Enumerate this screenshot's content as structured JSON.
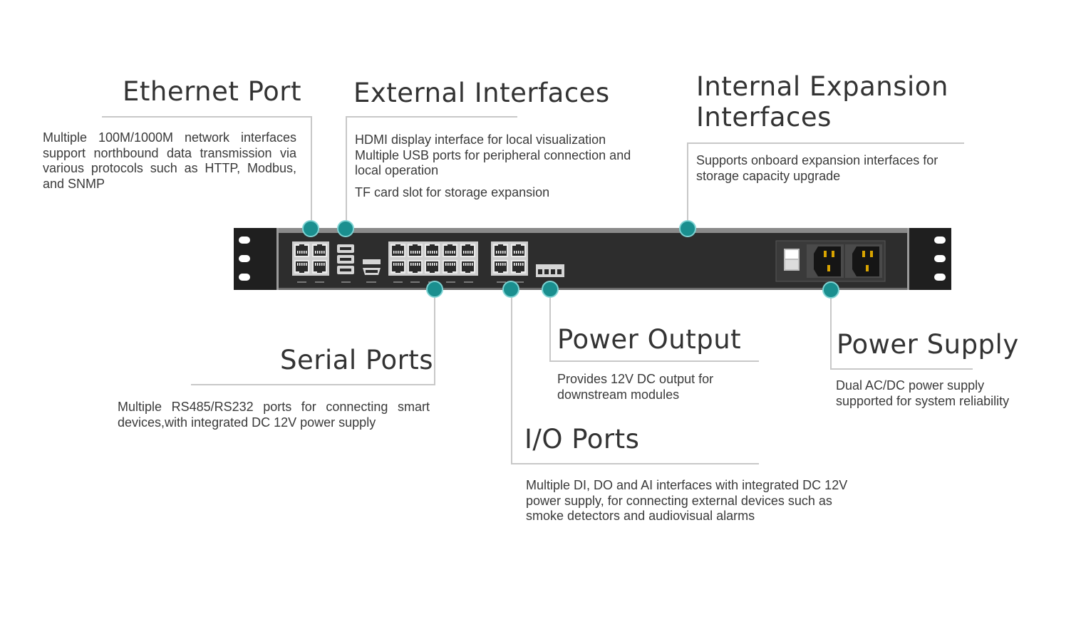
{
  "accent_color": "#1a8f8f",
  "callouts": {
    "ethernet": {
      "title": "Ethernet Port",
      "description": "Multiple 100M/1000M network interfaces support northbound data transmission via various protocols such as HTTP, Modbus, and SNMP"
    },
    "external": {
      "title": "External Interfaces",
      "lines": [
        "HDMI display interface for local visualization",
        "Multiple USB ports for peripheral connection and local operation",
        "TF card slot for storage expansion"
      ]
    },
    "internal": {
      "title_line1": "Internal Expansion",
      "title_line2": "Interfaces",
      "description": "Supports onboard expansion interfaces for storage capacity upgrade"
    },
    "serial": {
      "title": "Serial Ports",
      "description": "Multiple RS485/RS232 ports for connecting smart devices,with integrated DC 12V power supply"
    },
    "power_output": {
      "title": "Power Output",
      "description": "Provides 12V DC output for downstream modules"
    },
    "io": {
      "title": "I/O Ports",
      "description": "Multiple DI, DO and AI interfaces with integrated DC 12V power supply, for connecting external devices such as smoke detectors and audiovisual alarms"
    },
    "power_supply": {
      "title": "Power Supply",
      "description": "Dual AC/DC power supply supported for system reliability"
    }
  }
}
